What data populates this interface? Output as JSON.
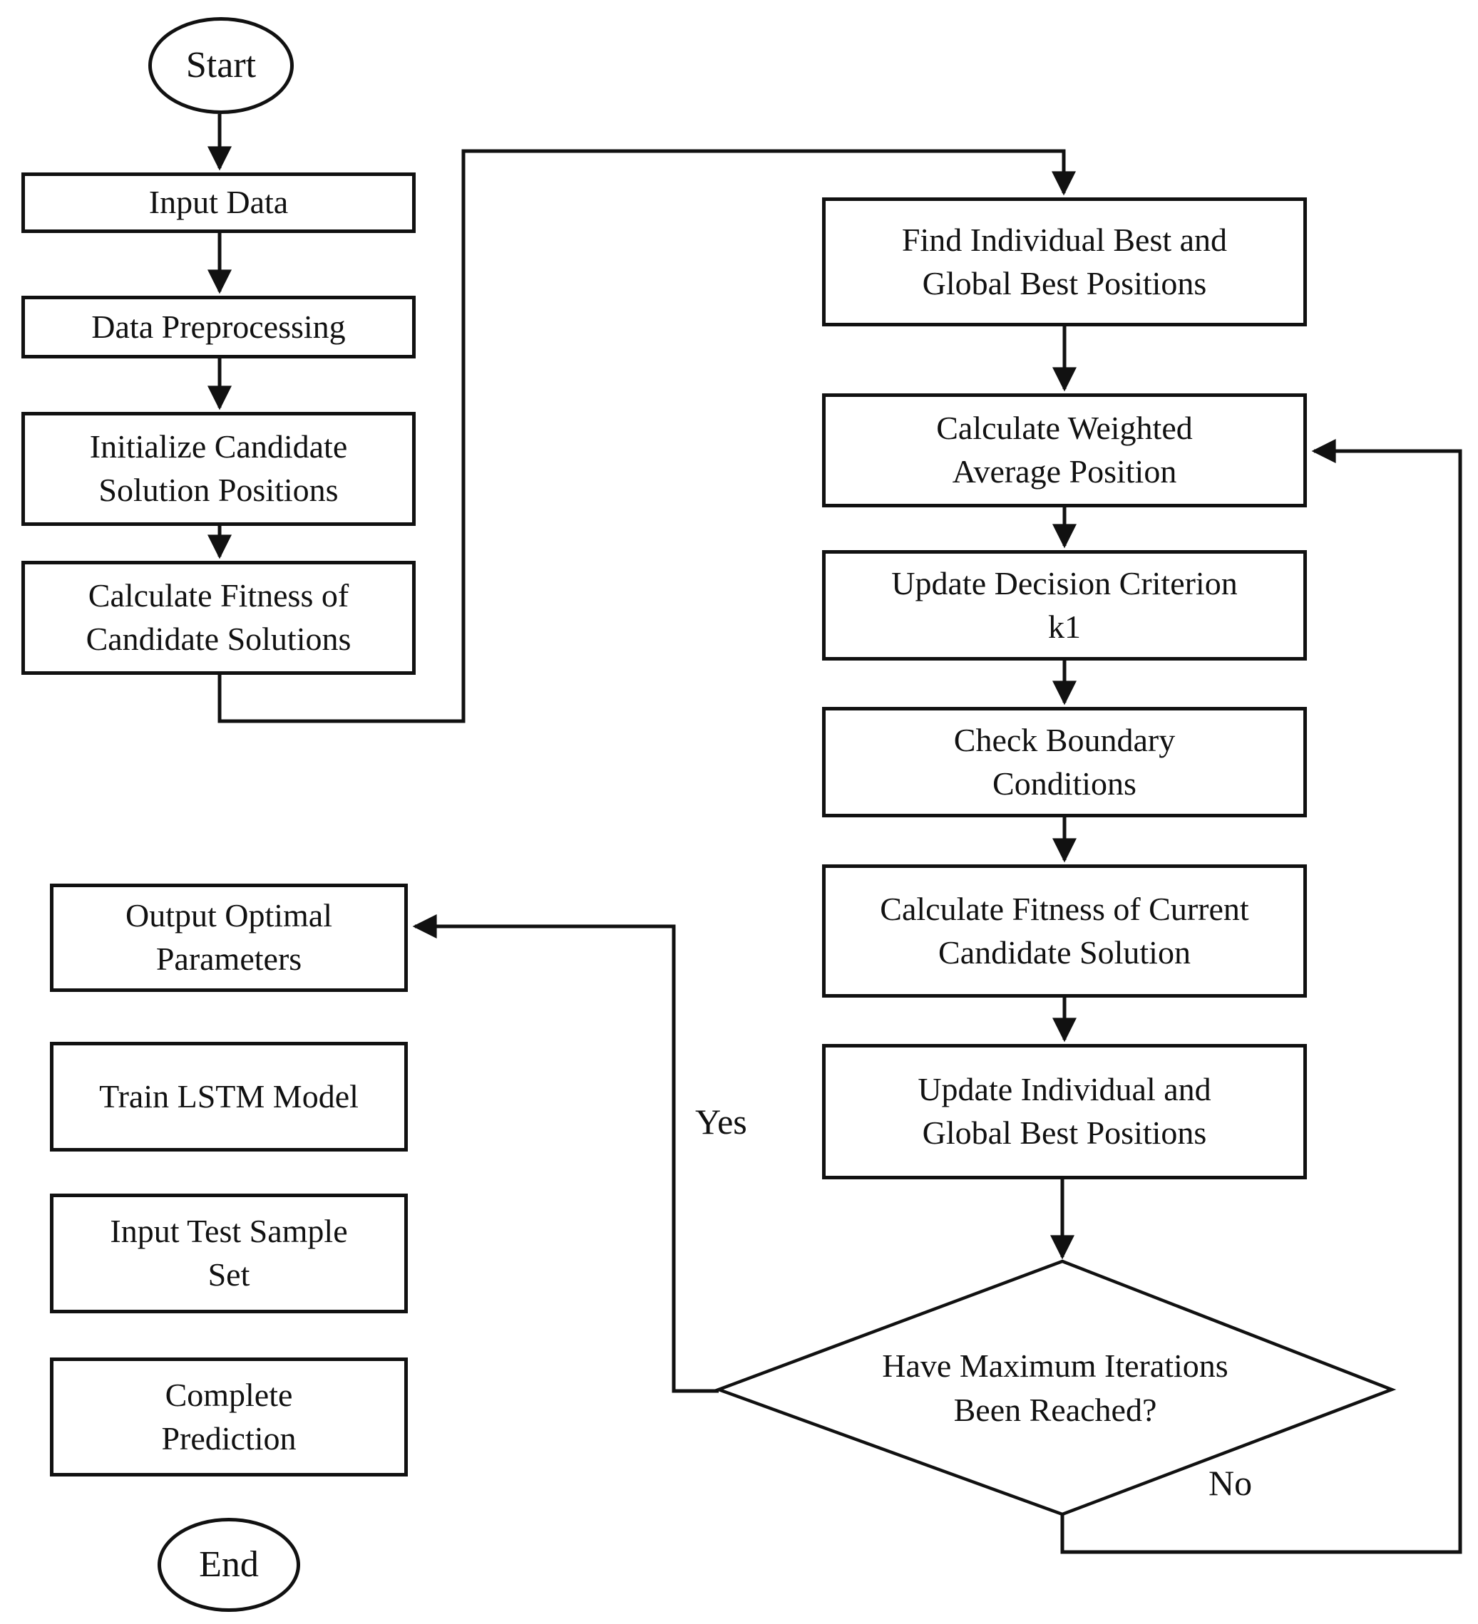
{
  "flowchart": {
    "colors": {
      "background": "#ffffff",
      "line": "#111111",
      "text": "#111111"
    },
    "nodes": {
      "start": {
        "label": "Start",
        "shape": "terminator"
      },
      "input_data": {
        "label": "Input Data",
        "shape": "process"
      },
      "data_preprocessing": {
        "label": "Data Preprocessing",
        "shape": "process"
      },
      "initialize_candidates": {
        "label": "Initialize Candidate\nSolution Positions",
        "shape": "process"
      },
      "calc_fitness_candidates": {
        "label": "Calculate Fitness of\nCandidate Solutions",
        "shape": "process"
      },
      "find_best": {
        "label": "Find Individual Best and\nGlobal Best Positions",
        "shape": "process"
      },
      "calc_weighted_avg": {
        "label": "Calculate Weighted\nAverage Position",
        "shape": "process"
      },
      "update_criterion": {
        "label": "Update Decision Criterion\nk1",
        "shape": "process"
      },
      "check_boundary": {
        "label": "Check Boundary\nConditions",
        "shape": "process"
      },
      "calc_fitness_current": {
        "label": "Calculate Fitness of Current\nCandidate Solution",
        "shape": "process"
      },
      "update_best": {
        "label": "Update Individual and\nGlobal Best Positions",
        "shape": "process"
      },
      "max_iterations": {
        "label": "Have Maximum Iterations\nBeen Reached?",
        "shape": "decision"
      },
      "output_params": {
        "label": "Output Optimal\nParameters",
        "shape": "process"
      },
      "train_lstm": {
        "label": "Train LSTM Model",
        "shape": "process"
      },
      "input_test": {
        "label": "Input Test Sample\nSet",
        "shape": "process"
      },
      "complete_prediction": {
        "label": "Complete\nPrediction",
        "shape": "process"
      },
      "end": {
        "label": "End",
        "shape": "terminator"
      }
    },
    "edge_labels": {
      "yes": "Yes",
      "no": "No"
    }
  }
}
